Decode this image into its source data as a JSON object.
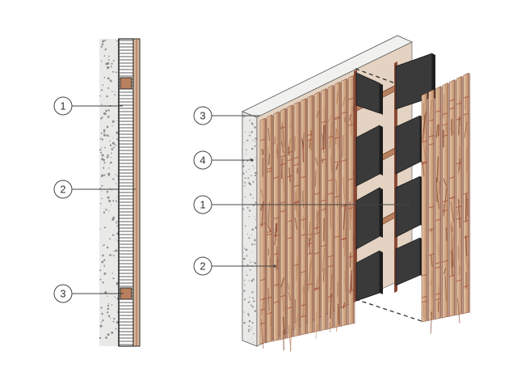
{
  "colors": {
    "concrete": "#e9e9e7",
    "concrete_speck": "#8d8d8d",
    "wood_light": "#d8b89a",
    "wood_mid": "#b8805e",
    "wood_dark": "#8a4a36",
    "panel": "#3a3a3a",
    "line": "#2a2a2a",
    "callout_stroke": "#444444"
  },
  "section_callouts": [
    {
      "label": "1",
      "target": "insulation-layer"
    },
    {
      "label": "2",
      "target": "timber-cladding"
    },
    {
      "label": "3",
      "target": "timber-battens"
    }
  ],
  "axon_callouts": [
    {
      "label": "3",
      "target": "timber-battens"
    },
    {
      "label": "4",
      "target": "concrete-wall"
    },
    {
      "label": "1",
      "target": "insulation-panels"
    },
    {
      "label": "2",
      "target": "timber-cladding"
    }
  ]
}
